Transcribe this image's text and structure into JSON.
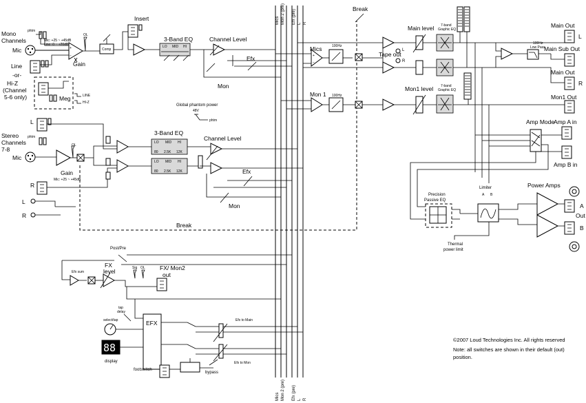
{
  "mono": {
    "title_line1": "Mono",
    "title_line2": "Channels",
    "mic": "Mic",
    "line": "Line",
    "or": "-or-",
    "hiz1": "Hi-Z",
    "hiz2": "(Channel",
    "hiz3": "5-6 only)",
    "phtm": "phtm",
    "gain": "Gain",
    "mic_range": "Mic: +25 ~ +45dB",
    "line_range": "Line: 0 ~ +20dB",
    "ol": "OL",
    "comp": "Comp",
    "meg": "Meg",
    "line_sw": "LINE",
    "hiz_sw": "HI-Z",
    "insert": "Insert"
  },
  "eq3": {
    "title": "3-Band EQ",
    "lo": "LO",
    "mid": "MID",
    "hi": "HI",
    "f1": "80",
    "f2": "2.5K",
    "f3": "12K"
  },
  "channel_level": "Channel Level",
  "efx": "Efx",
  "mon": "Mon",
  "phantom": {
    "title": "Global phantom power",
    "v48": "48V",
    "phtm": "phtm"
  },
  "stereo": {
    "title_line1": "Stereo",
    "title_line2": "Channels",
    "title_line3": "7-8",
    "l": "L",
    "r": "R",
    "mic": "Mic",
    "phtm": "phtm",
    "gain": "Gain",
    "mic_range": "Mic: +25 ~ +45dB",
    "ol": "OL"
  },
  "break": "Break",
  "buses": {
    "mics": "Mics",
    "mon2": "Mon 2 (pre)",
    "efx": "Efx (pre)",
    "l": "L",
    "r": "R"
  },
  "main_path": {
    "mics": "Mics",
    "hz100": "100Hz",
    "tape_out": "Tape out",
    "l": "L",
    "r": "R",
    "main_level": "Main level",
    "graphic_eq1": "7-band",
    "graphic_eq2": "Graphic EQ",
    "lowpass1": "100Hz",
    "lowpass2": "Low Pass",
    "main_out": "Main Out",
    "main_sub_out": "Main Sub Out",
    "main_out2": "Main Out",
    "out_l": "L",
    "out_r": "R"
  },
  "mon_path": {
    "mon1": "Mon 1",
    "hz100": "100Hz",
    "mon1_level": "Mon1 level",
    "graphic_eq1": "7-band",
    "graphic_eq2": "Graphic EQ",
    "mon1_out": "Mon1 Out"
  },
  "amp": {
    "amp_mode": "Amp Mode",
    "amp_a_in": "Amp A in",
    "amp_b_in": "Amp B in",
    "precision1": "Precision",
    "precision2": "Passive EQ",
    "limiter": "Limiter",
    "lim_a": "A",
    "lim_b": "B",
    "power_amps": "Power Amps",
    "out": "Out",
    "a": "A",
    "b": "B",
    "thermal1": "Thermal",
    "thermal2": "power limit"
  },
  "fx": {
    "post_pre": "Post/Pre",
    "efx_sum": "Efx sum",
    "fx_level1": "FX",
    "fx_level2": "level",
    "sig": "Sig",
    "ol": "OL",
    "fx_mon2_1": "FX/ Mon2",
    "fx_mon2_2": "out",
    "tap1": "tap",
    "tap2": "delay",
    "select_tap": "select/tap",
    "efx": "EFX",
    "display_value": "88",
    "display": "display",
    "footswitch": "footswitch",
    "bypass": "bypass",
    "efx_to_main": "Efx to Main",
    "efx_to_mon": "Efx to Mon"
  },
  "copyright": "©2007 Loud Technologies Inc. All rights reserved",
  "note1": "Note: all switches are shown in their default (out)",
  "note2": "position."
}
